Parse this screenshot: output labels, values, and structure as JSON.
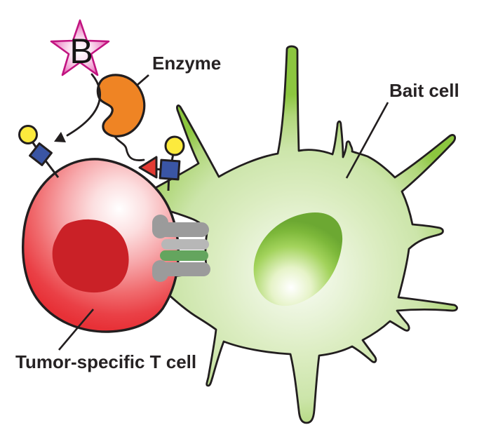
{
  "diagram": {
    "title_context": "Tumor-specific T cell / bait cell interaction schematic",
    "labels": {
      "biotin_tag": "B",
      "enzyme": "Enzyme",
      "bait_cell": "Bait cell",
      "tumor_t_cell": "Tumor-specific T cell"
    },
    "colors": {
      "background": "#ffffff",
      "outline": "#221e1f",
      "label_text": "#262223",
      "star_pink_edge": "#d92c94",
      "star_stroke": "#c11480",
      "enzyme_orange": "#ef8424",
      "antigen_yellow": "#fcea3d",
      "antigen_blue": "#3a55a4",
      "tag_triangle_red": "#e23b33",
      "t_cell_red": "#e73137",
      "t_cell_nucleus_red": "#ca2127",
      "bait_green": "#8cc63f",
      "bait_nucleus_green": "#6ca832",
      "receptor_gray": "#9b9b9b",
      "receptor_light_gray": "#b7b7b7",
      "receptor_green": "#64a55e"
    }
  }
}
